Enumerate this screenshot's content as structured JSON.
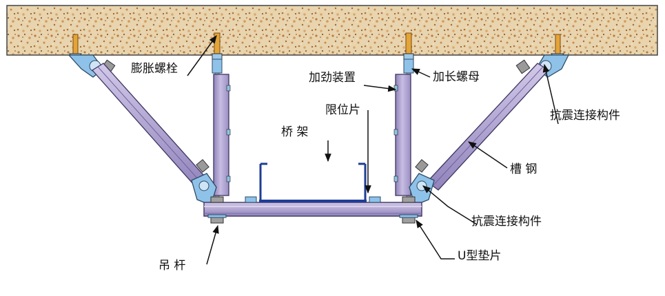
{
  "labels": {
    "expansion_bolt": "膨胀螺栓",
    "stiffener": "加劲装置",
    "extended_nut": "加长螺母",
    "limit_plate": "限位片",
    "cable_tray": "桥    架",
    "seismic_connector_top": "抗震连接构件",
    "channel_steel": "槽    钢",
    "seismic_connector_bottom": "抗震连接构件",
    "hanger_rod": "吊    杆",
    "u_washer": "U型垫片"
  },
  "colors": {
    "ceiling": "#e7d2ad",
    "channel": "#b8acd4",
    "connector": "#8fc2e8",
    "bolt": "#e3a43a",
    "tray": "#1f3d96"
  }
}
